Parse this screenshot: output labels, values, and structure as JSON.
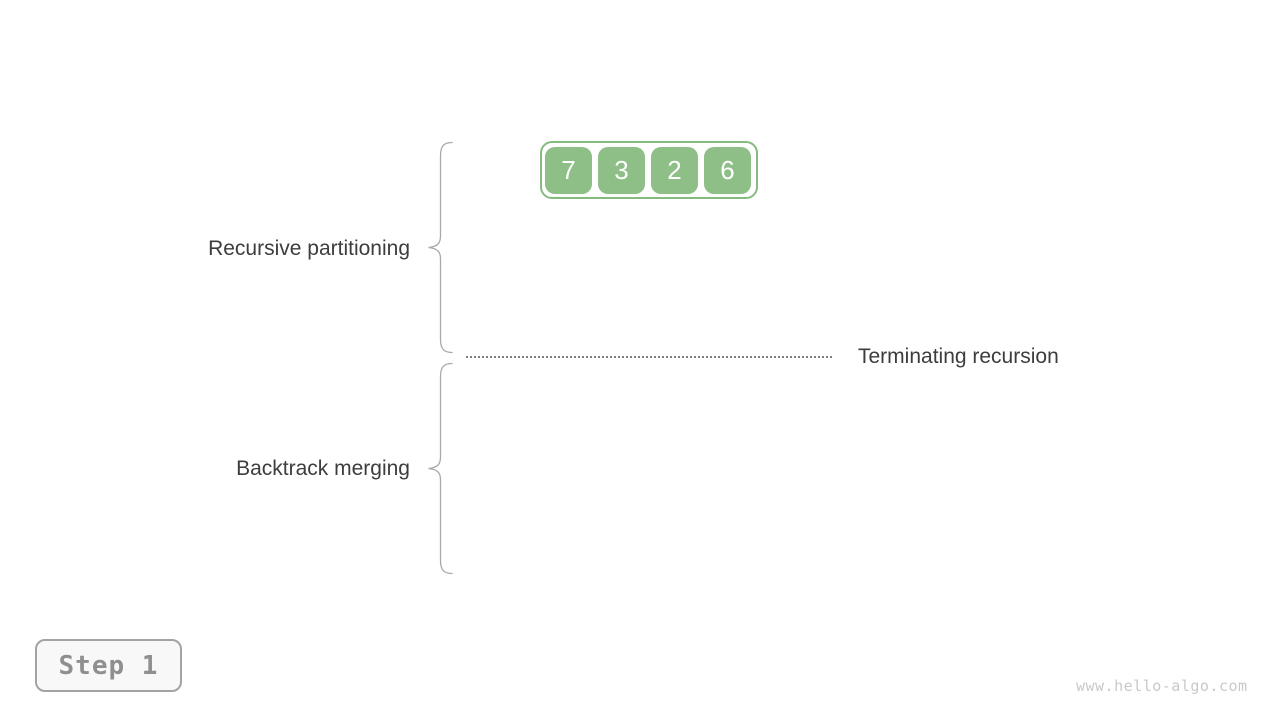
{
  "diagram": {
    "step_badge": "Step 1",
    "array": {
      "values": [
        "7",
        "3",
        "2",
        "6"
      ]
    },
    "labels": {
      "partition": "Recursive partitioning",
      "merge": "Backtrack merging",
      "terminate": "Terminating recursion"
    },
    "watermark": "www.hello-algo.com",
    "colors": {
      "node_green": "#8dbf86",
      "container_border": "#85bb7e",
      "label_text": "#3d3d3d",
      "brace": "#a9a9a9",
      "dotted_line": "#7d7d7d",
      "badge_text": "#8f8f8f",
      "badge_border": "#a3a3a3",
      "badge_bg": "#f8f8f8",
      "watermark_text": "#c9c9c9"
    }
  }
}
